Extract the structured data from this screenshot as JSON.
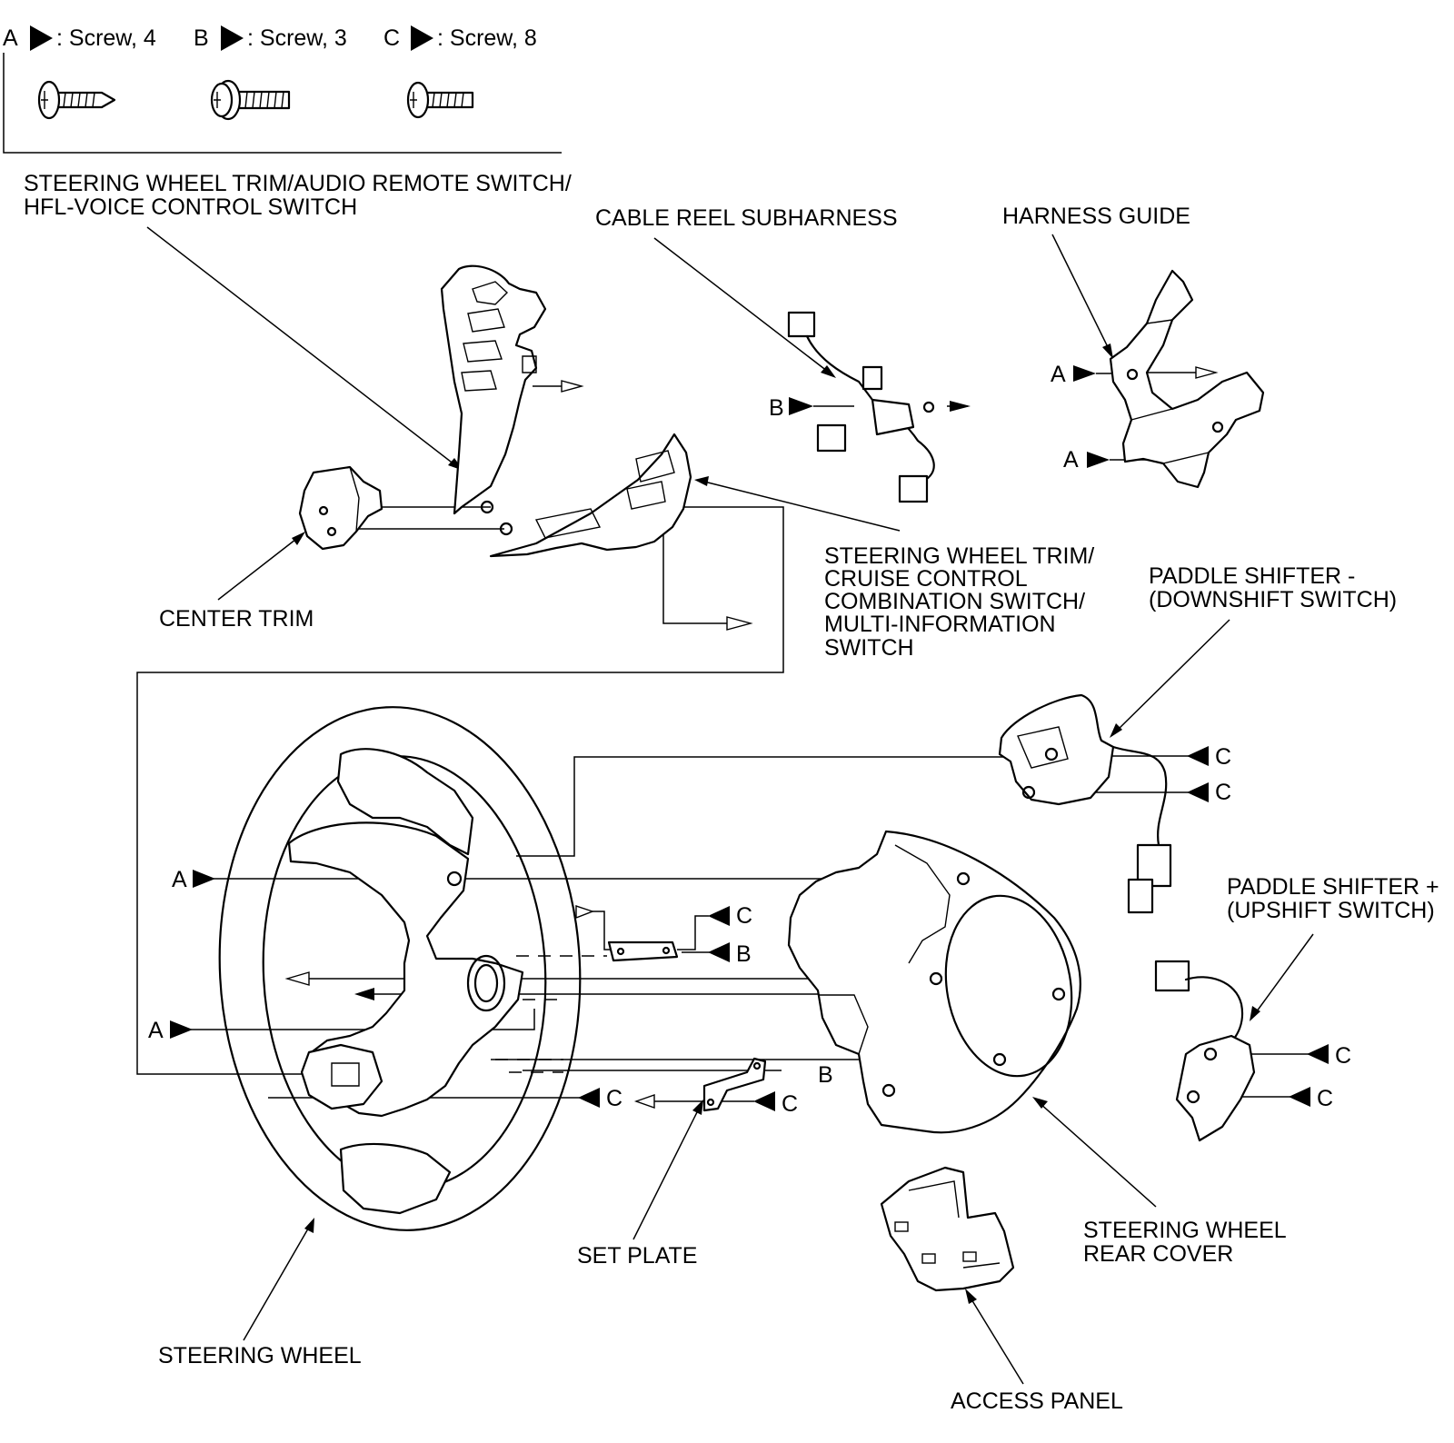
{
  "legend": [
    {
      "letter": "A",
      "text": ": Screw, 4"
    },
    {
      "letter": "B",
      "text": ": Screw, 3"
    },
    {
      "letter": "C",
      "text": ": Screw, 8"
    }
  ],
  "labels": {
    "audio_trim_line1": "STEERING WHEEL TRIM/AUDIO REMOTE SWITCH/",
    "audio_trim_line2": "HFL-VOICE CONTROL SWITCH",
    "cable_reel": "CABLE REEL SUBHARNESS",
    "harness_guide": "HARNESS GUIDE",
    "cruise_trim_line1": "STEERING WHEEL TRIM/",
    "cruise_trim_line2": "CRUISE CONTROL",
    "cruise_trim_line3": "COMBINATION SWITCH/",
    "cruise_trim_line4": "MULTI-INFORMATION",
    "cruise_trim_line5": "SWITCH",
    "center_trim": "CENTER TRIM",
    "paddle_down_line1": "PADDLE SHIFTER  -",
    "paddle_down_line2": "(DOWNSHIFT SWITCH)",
    "paddle_up_line1": "PADDLE SHIFTER +",
    "paddle_up_line2": "(UPSHIFT SWITCH)",
    "set_plate": "SET PLATE",
    "rear_cover_line1": "STEERING WHEEL",
    "rear_cover_line2": "REAR COVER",
    "steering_wheel": "STEERING WHEEL",
    "access_panel": "ACCESS PANEL"
  },
  "refs": {
    "a": "A",
    "b": "B",
    "c": "C"
  }
}
